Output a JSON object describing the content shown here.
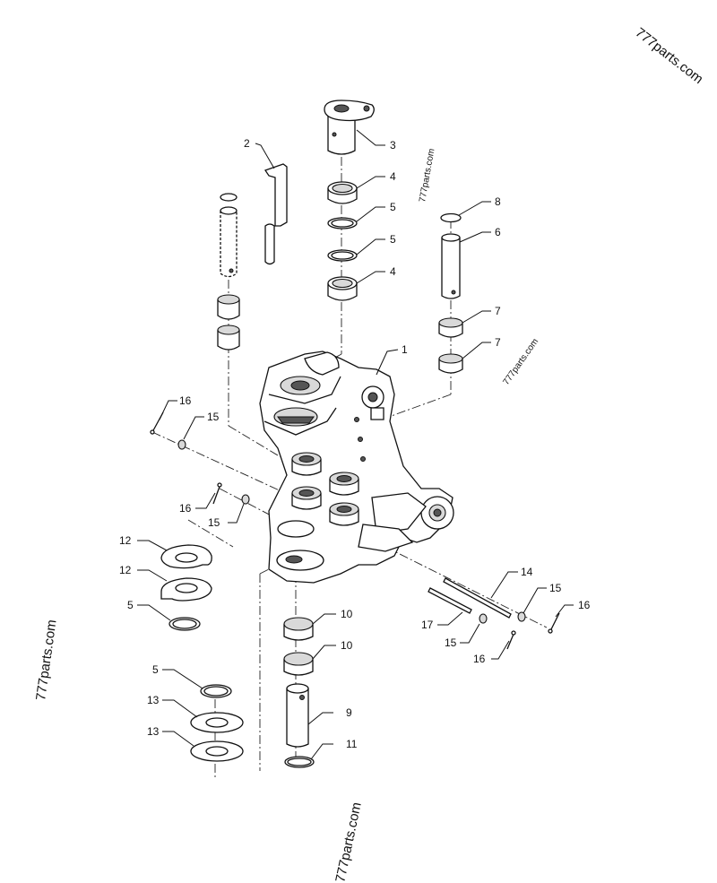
{
  "watermarks": [
    "777parts.com",
    "777parts.com",
    "777parts.com",
    "777parts.com",
    "777parts.com"
  ],
  "callouts": [
    {
      "id": "c1",
      "label": "1"
    },
    {
      "id": "c2",
      "label": "2"
    },
    {
      "id": "c3",
      "label": "3"
    },
    {
      "id": "c4a",
      "label": "4"
    },
    {
      "id": "c5a",
      "label": "5"
    },
    {
      "id": "c5b",
      "label": "5"
    },
    {
      "id": "c4b",
      "label": "4"
    },
    {
      "id": "c8",
      "label": "8"
    },
    {
      "id": "c6",
      "label": "6"
    },
    {
      "id": "c7a",
      "label": "7"
    },
    {
      "id": "c7b",
      "label": "7"
    },
    {
      "id": "c16a",
      "label": "16"
    },
    {
      "id": "c15a",
      "label": "15"
    },
    {
      "id": "c16b",
      "label": "16"
    },
    {
      "id": "c15b",
      "label": "15"
    },
    {
      "id": "c12a",
      "label": "12"
    },
    {
      "id": "c12b",
      "label": "12"
    },
    {
      "id": "c5c",
      "label": "5"
    },
    {
      "id": "c10a",
      "label": "10"
    },
    {
      "id": "c10b",
      "label": "10"
    },
    {
      "id": "c5d",
      "label": "5"
    },
    {
      "id": "c13a",
      "label": "13"
    },
    {
      "id": "c13b",
      "label": "13"
    },
    {
      "id": "c9",
      "label": "9"
    },
    {
      "id": "c11",
      "label": "11"
    },
    {
      "id": "c14",
      "label": "14"
    },
    {
      "id": "c15c",
      "label": "15"
    },
    {
      "id": "c16c",
      "label": "16"
    },
    {
      "id": "c17",
      "label": "17"
    },
    {
      "id": "c15d",
      "label": "15"
    },
    {
      "id": "c16d",
      "label": "16"
    }
  ]
}
